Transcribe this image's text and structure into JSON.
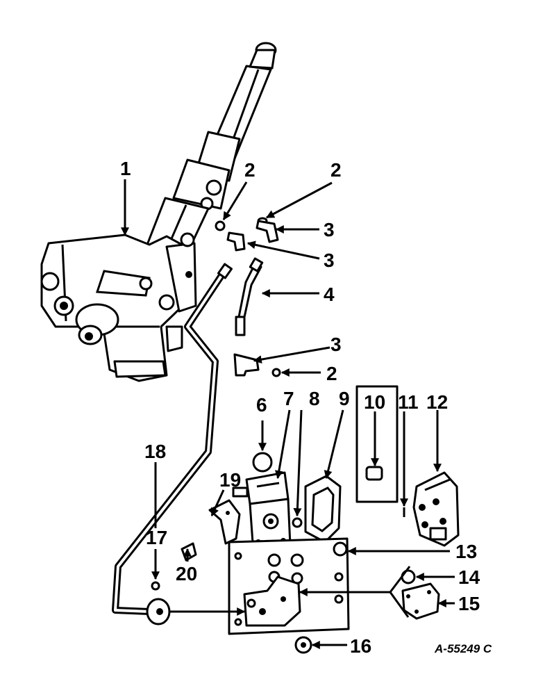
{
  "callouts": {
    "c1": "1",
    "c2a": "2",
    "c2b": "2",
    "c2c": "2",
    "c3a": "3",
    "c3b": "3",
    "c3c": "3",
    "c4": "4",
    "c6": "6",
    "c7": "7",
    "c8": "8",
    "c9": "9",
    "c10": "10",
    "c11": "11",
    "c12": "12",
    "c13": "13",
    "c14": "14",
    "c15": "15",
    "c16": "16",
    "c17": "17",
    "c18": "18",
    "c19": "19",
    "c20": "20"
  },
  "drawing_id": "A-55249 C",
  "colors": {
    "ink": "#000000",
    "paper": "#ffffff"
  }
}
